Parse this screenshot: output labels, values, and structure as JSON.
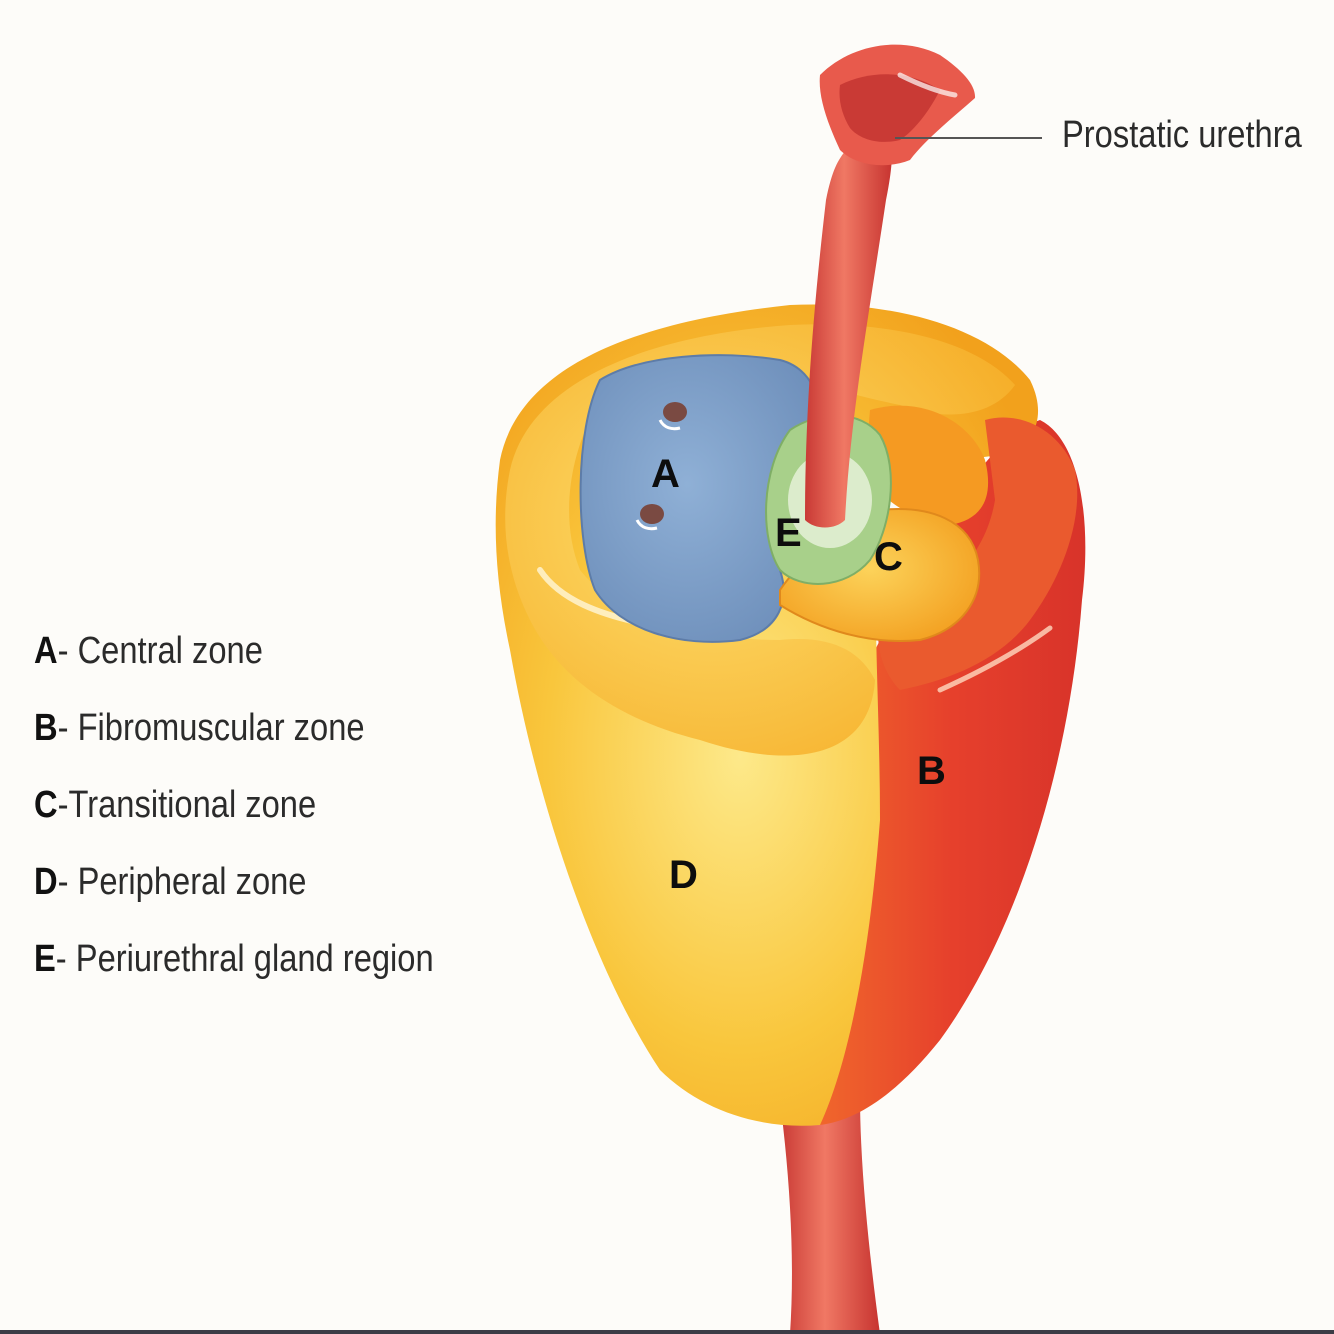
{
  "callout": {
    "label": "Prostatic urethra"
  },
  "zone_letters": {
    "A": "A",
    "B": "B",
    "C": "C",
    "D": "D",
    "E": "E"
  },
  "legend": [
    {
      "key": "A",
      "text": "- Central zone"
    },
    {
      "key": "B",
      "text": "- Fibromuscular zone"
    },
    {
      "key": "C",
      "text": "-Transitional zone"
    },
    {
      "key": "D",
      "text": "- Peripheral zone"
    },
    {
      "key": "E",
      "text": "- Periurethral gland region"
    }
  ],
  "colors": {
    "central_zone": "#7e9fc6",
    "fibromuscular_zone": "#e44a2e",
    "transitional_zone": "#f6a51f",
    "peripheral_zone": "#f8c640",
    "periurethral_region": "#a8d08a",
    "urethra": "#e2564a"
  }
}
